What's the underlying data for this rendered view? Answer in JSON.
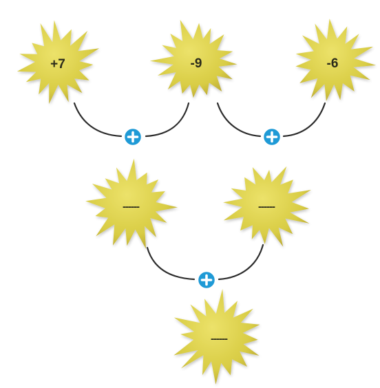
{
  "colors": {
    "star_fill": "#d8cc44",
    "star_highlight": "#ece26a",
    "star_shadow": "#b8a632",
    "operator_fill": "#1f9ad6",
    "connector": "#2d2d2d"
  },
  "operator_icon": "plus-circle-icon",
  "top_row": [
    {
      "label": "+7"
    },
    {
      "label": "-9"
    },
    {
      "label": "-6"
    }
  ],
  "middle_row": [
    {
      "label": "------"
    },
    {
      "label": "------"
    }
  ],
  "bottom_row": [
    {
      "label": "------"
    }
  ]
}
